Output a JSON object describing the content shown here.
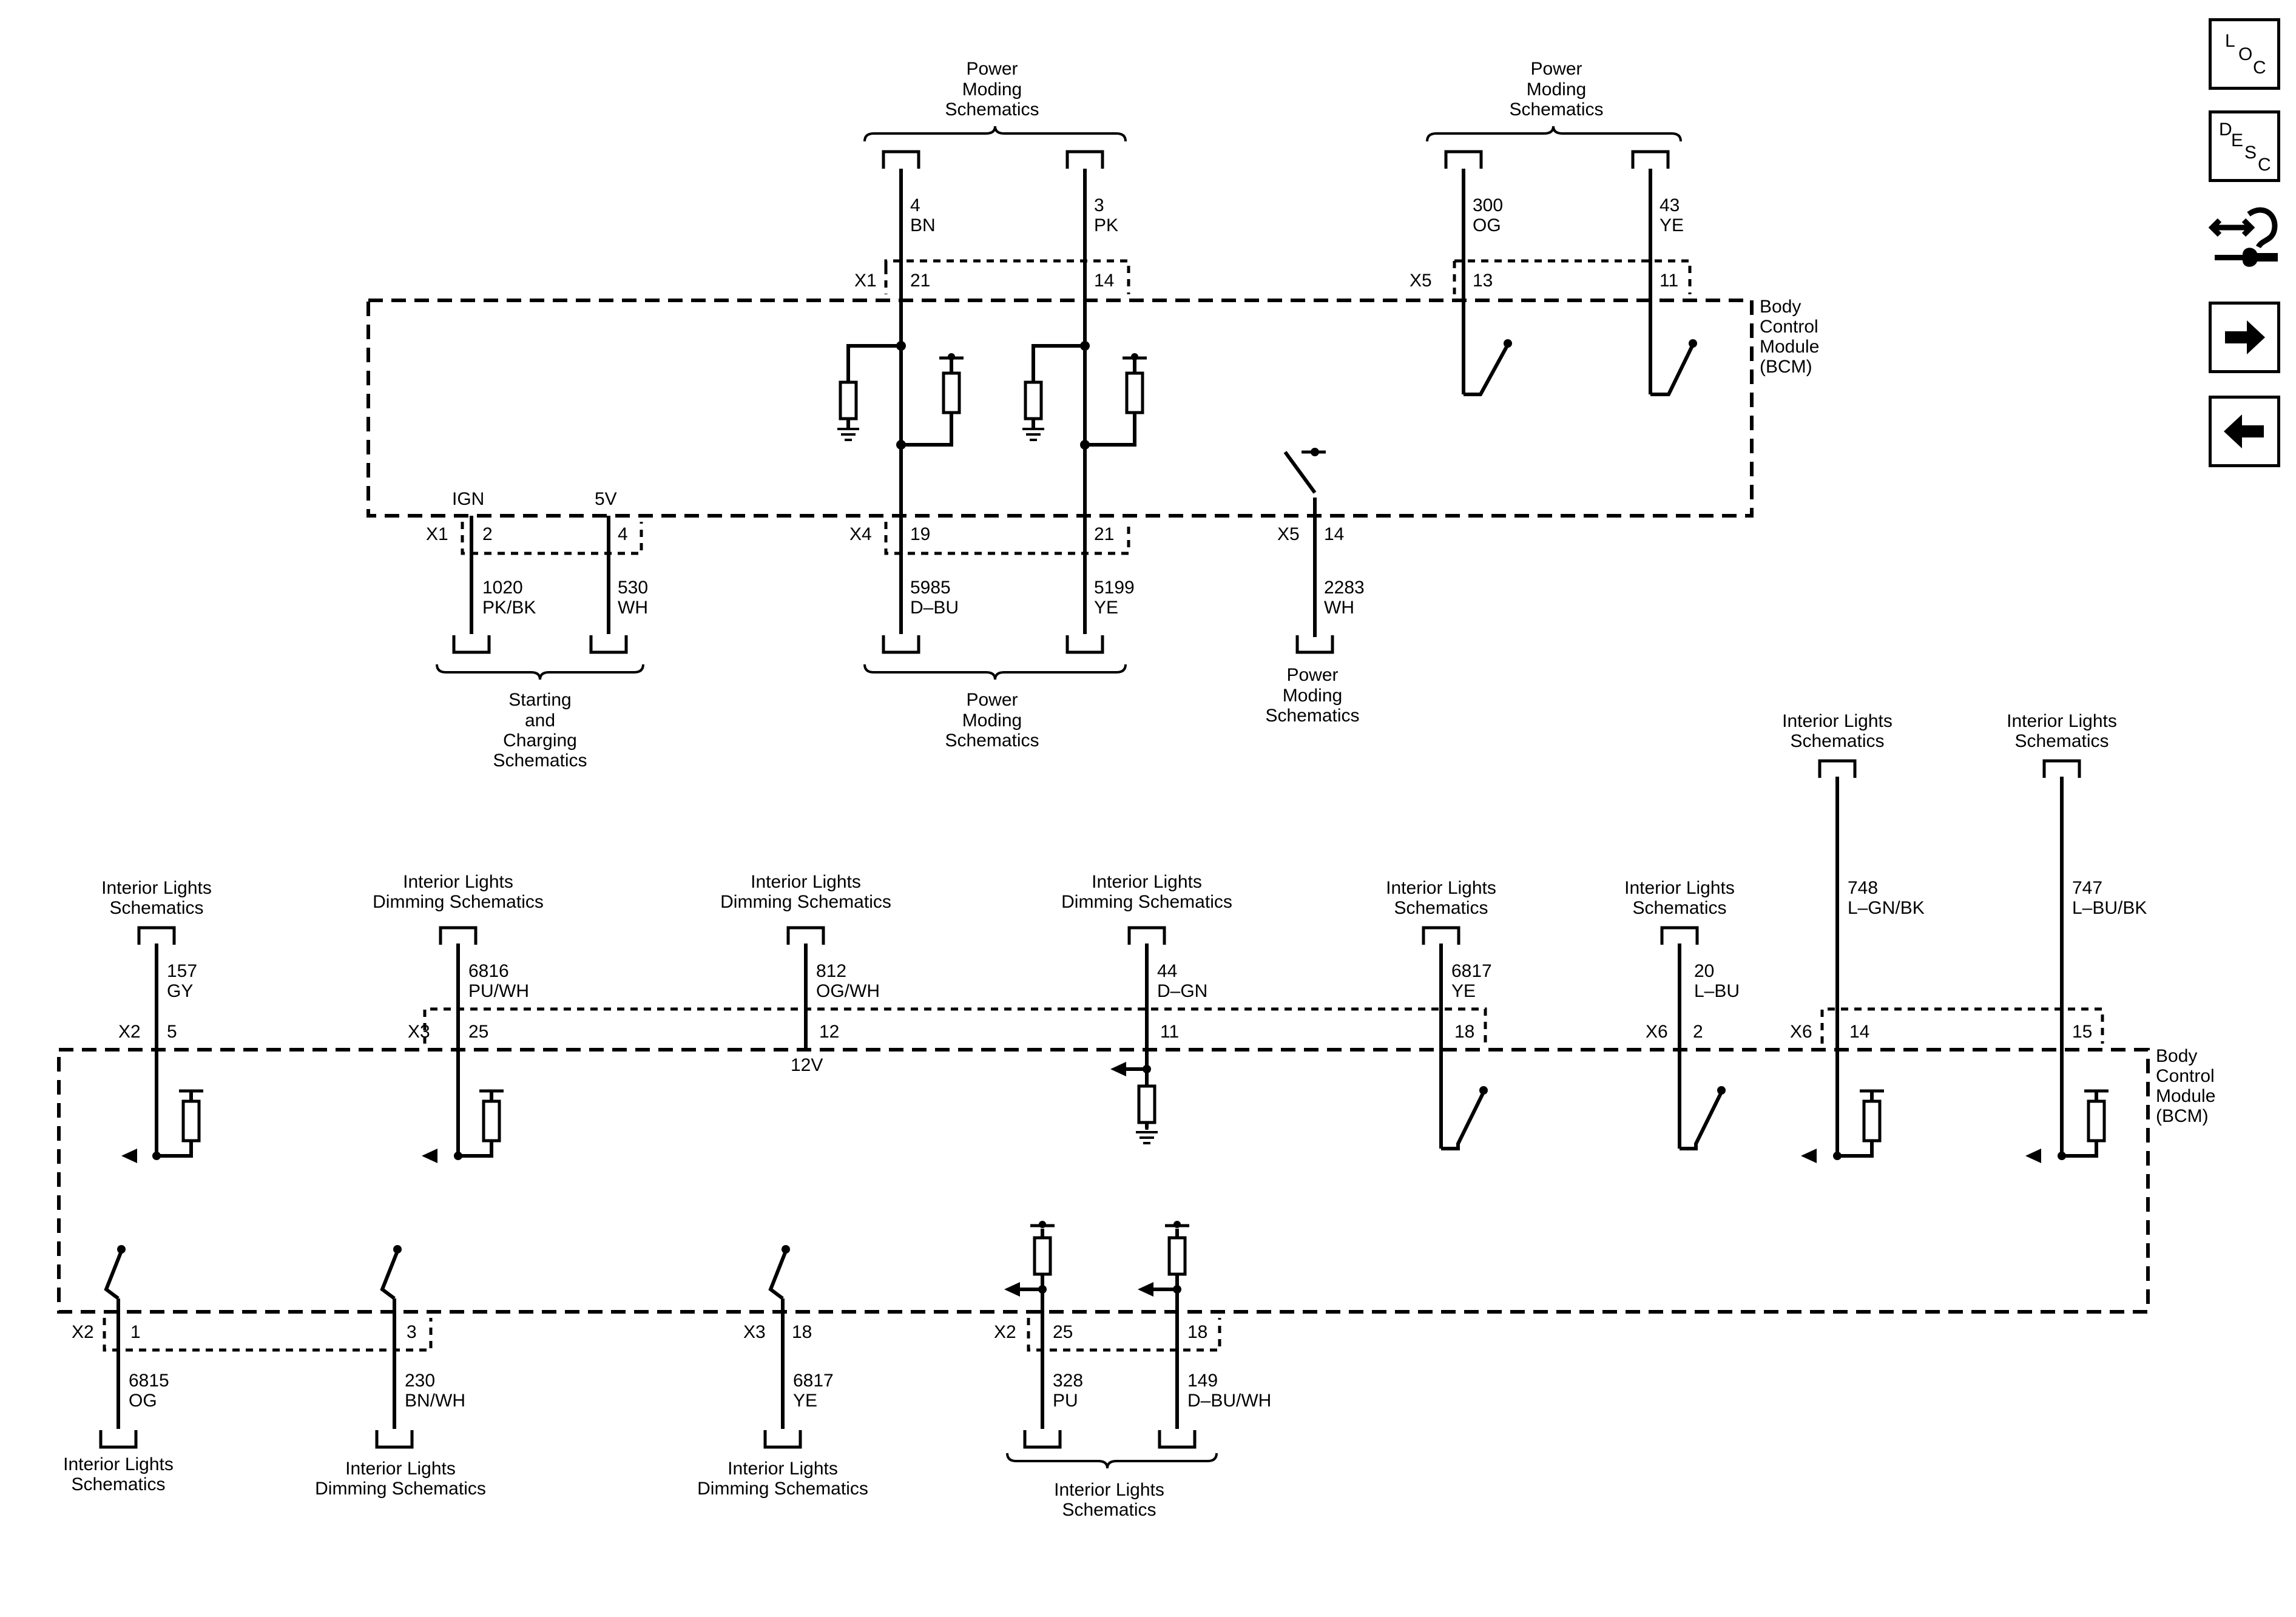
{
  "nav": {
    "loc": [
      "L",
      "O",
      "C"
    ],
    "desc": [
      "D",
      "E",
      "S",
      "C"
    ]
  },
  "module_label": [
    "Body",
    "Control",
    "Module",
    "(BCM)"
  ],
  "destinations": {
    "power_moding": [
      "Power",
      "Moding",
      "Schematics"
    ],
    "starting_charging": [
      "Starting",
      "and",
      "Charging",
      "Schematics"
    ],
    "interior_lights": [
      "Interior Lights",
      "Schematics"
    ],
    "interior_dimming": [
      "Interior Lights",
      "Dimming Schematics"
    ]
  },
  "connectors": {
    "X1": "X1",
    "X2": "X2",
    "X3": "X3",
    "X4": "X4",
    "X5": "X5",
    "X6": "X6"
  },
  "pins": {
    "x1_21": "21",
    "x1_14": "14",
    "x5_13": "13",
    "x5_11": "11",
    "x1_2": "2",
    "x1_4": "4",
    "x4_19": "19",
    "x4_21": "21",
    "x5_14": "14",
    "x2_5": "5",
    "x3_25": "25",
    "x3_12": "12",
    "x3_11": "11",
    "x3_18": "18",
    "x6_2": "2",
    "x6_14": "14",
    "x6_15": "15",
    "x2_1": "1",
    "x2_3": "3",
    "x3_18b": "18",
    "x2_25": "25",
    "x2_18": "18"
  },
  "internal_labels": {
    "ign": "IGN",
    "v5": "5V",
    "v12": "12V"
  },
  "wires": {
    "w4": [
      "4",
      "BN"
    ],
    "w3": [
      "3",
      "PK"
    ],
    "w300": [
      "300",
      "OG"
    ],
    "w43": [
      "43",
      "YE"
    ],
    "w1020": [
      "1020",
      "PK/BK"
    ],
    "w530": [
      "530",
      "WH"
    ],
    "w5985": [
      "5985",
      "D–BU"
    ],
    "w5199": [
      "5199",
      "YE"
    ],
    "w2283": [
      "2283",
      "WH"
    ],
    "w157": [
      "157",
      "GY"
    ],
    "w6816": [
      "6816",
      "PU/WH"
    ],
    "w812": [
      "812",
      "OG/WH"
    ],
    "w44": [
      "44",
      "D–GN"
    ],
    "w6817": [
      "6817",
      "YE"
    ],
    "w20": [
      "20",
      "L–BU"
    ],
    "w748": [
      "748",
      "L–GN/BK"
    ],
    "w747": [
      "747",
      "L–BU/BK"
    ],
    "w6815": [
      "6815",
      "OG"
    ],
    "w230": [
      "230",
      "BN/WH"
    ],
    "w6817b": [
      "6817",
      "YE"
    ],
    "w328": [
      "328",
      "PU"
    ],
    "w149": [
      "149",
      "D–BU/WH"
    ]
  }
}
